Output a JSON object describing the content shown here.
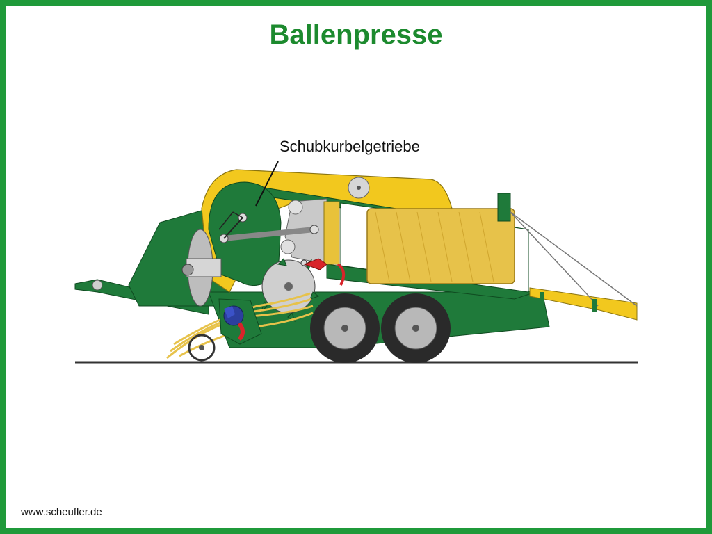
{
  "title": "Ballenpresse",
  "callout": {
    "label": "Schubkurbelgetriebe"
  },
  "footer": {
    "url": "www.scheufler.de"
  },
  "colors": {
    "frame": "#1f9a3a",
    "title": "#1c8a2e",
    "machine_green": "#1f7a3a",
    "machine_yellow": "#f2c81e",
    "bale": "#e7c24a",
    "tire": "#2a2a2a",
    "hub": "#b8b8b8",
    "rotor_blue": "#2c3f9e",
    "red_part": "#d8242a"
  }
}
